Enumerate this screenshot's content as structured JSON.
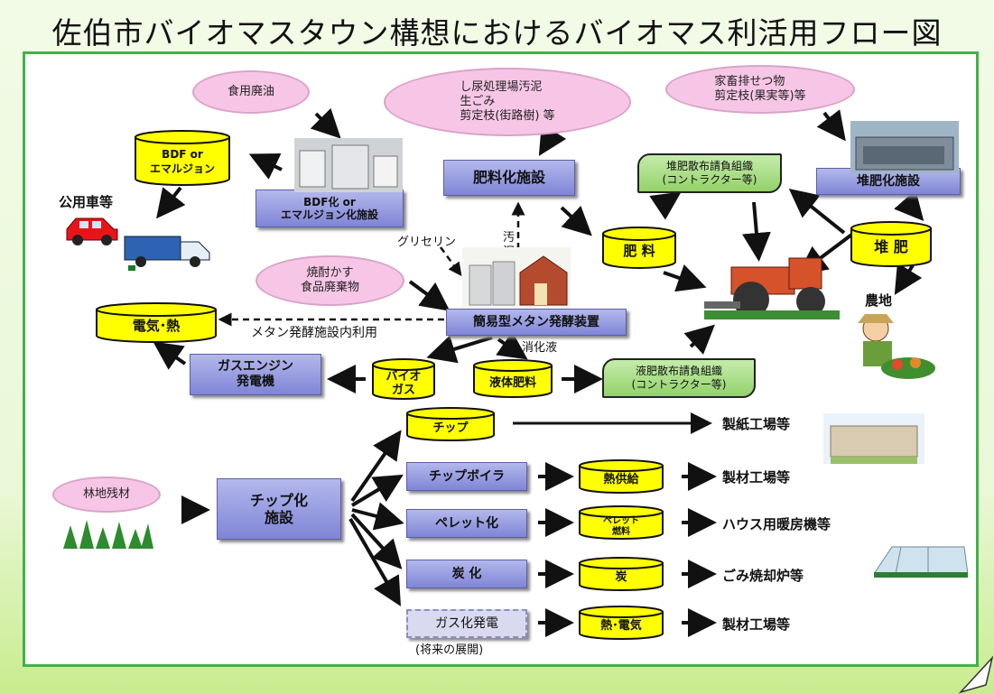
{
  "title": "佐伯市バイオマスタウン構想におけるバイオマス利活用フロー図",
  "ellipses": {
    "waste_oil": "食用廃油",
    "sludge": [
      "し尿処理場汚泥",
      "生ごみ",
      "剪定枝(街路樹) 等"
    ],
    "livestock": [
      "家畜排せつ物",
      "剪定枝(果実等)等"
    ],
    "shochu": [
      "焼酎かす",
      "食品廃棄物"
    ],
    "forest": "林地残材"
  },
  "cylinders": {
    "bdf": [
      "BDF or",
      "エマルジョン"
    ],
    "fertilizer": "肥 料",
    "compost": "堆 肥",
    "power_heat": "電気･熱",
    "biogas": [
      "バイオ",
      "ガス"
    ],
    "liquid_fert": "液体肥料",
    "chip": "チップ",
    "heat_supply": "熱供給",
    "pellet_fuel": [
      "ペレット",
      "燃料"
    ],
    "charcoal": "炭",
    "heat_power": "熱･電気"
  },
  "boxes": {
    "bdf_plant": [
      "BDF化 or",
      "エマルジョン化施設"
    ],
    "fert_plant": "肥料化施設",
    "compost_plant": "堆肥化施設",
    "methane": "簡易型メタン発酵装置",
    "gas_engine": [
      "ガスエンジン",
      "発電機"
    ],
    "chip_plant": [
      "チップ化",
      "施設"
    ],
    "chip_boiler": "チップボイラ",
    "pellet": "ペレット化",
    "carbonize": "炭 化",
    "gasify": "ガス化発電"
  },
  "green_boxes": {
    "contractor_top": [
      "堆肥散布請負組織",
      "(コントラクター等)"
    ],
    "contractor_bottom": [
      "液肥散布請負組織",
      "(コントラクター等)"
    ]
  },
  "labels": {
    "public_car": "公用車等",
    "glycerin": "グリセリン",
    "sludge_vertical": [
      "汚",
      "泥"
    ],
    "methane_inhouse": "メタン発酵施設内利用",
    "digestate": "消化液",
    "farmland": "農地",
    "future": "(将来の展開)",
    "paper": "製紙工場等",
    "sawmill_1": "製材工場等",
    "house_heater": "ハウス用暖房機等",
    "incinerator": "ごみ焼却炉等",
    "sawmill_2": "製材工場等"
  },
  "colors": {
    "frame_green": "#3fb34a",
    "ellipse_pink": "#f7c6e6",
    "box_purple": "#8f95dc",
    "cylinder_yellow": "#ffff00",
    "contractor_green": "#a8de84"
  }
}
